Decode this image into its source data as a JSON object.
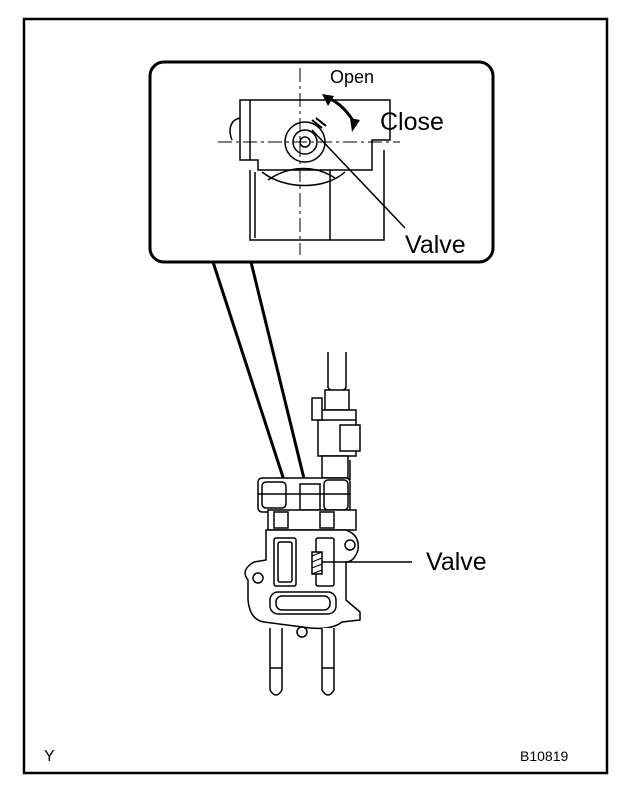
{
  "labels": {
    "open": "Open",
    "close": "Close",
    "valve_detail": "Valve",
    "valve_main": "Valve",
    "corner_code": "Y",
    "figure_id": "B10819"
  },
  "colors": {
    "ink": "#000000",
    "paper": "#ffffff"
  }
}
